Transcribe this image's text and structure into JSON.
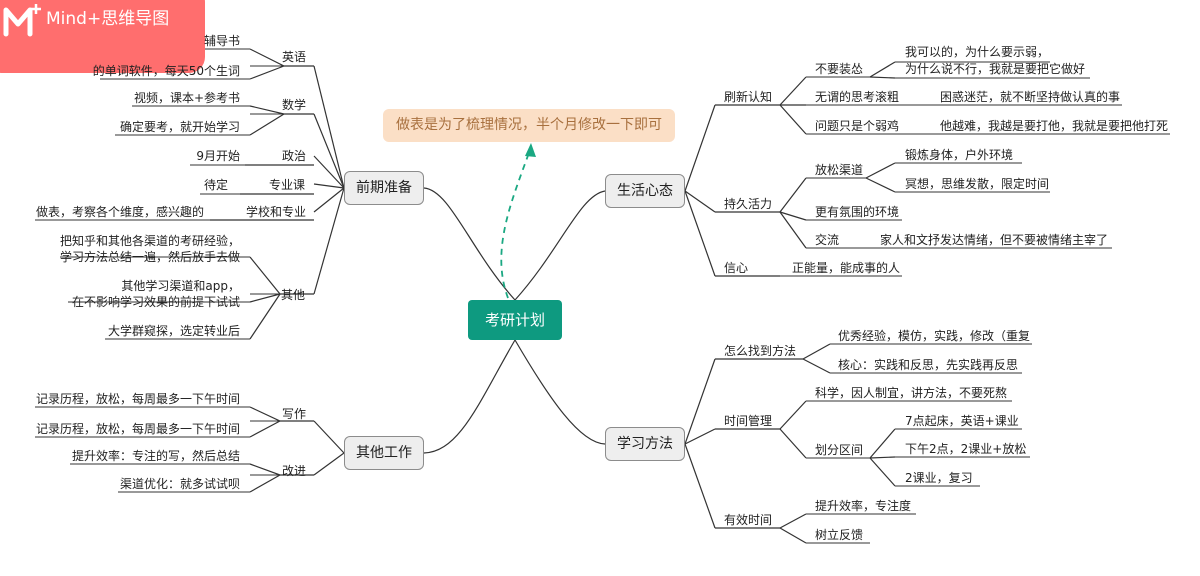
{
  "brand": {
    "name": "Mind+思维导图"
  },
  "root": {
    "label": "考研计划"
  },
  "note": {
    "text": "做表是为了梳理情况，半个月修改一下即可"
  },
  "colors": {
    "root": "#0e9a80",
    "note_bg": "#fbdfc6",
    "note_text": "#a8703e",
    "brand": "#ff6e6e",
    "line": "#333333",
    "dash": "#1aa882"
  },
  "branches": {
    "prep": {
      "label": "前期准备",
      "english": {
        "label": "英语",
        "t1": "辅导书",
        "t2": "的单词软件，每天50个生词"
      },
      "math": {
        "label": "数学",
        "t1": "视频，课本+参考书",
        "t2": "确定要考，就开始学习"
      },
      "politics": {
        "label": "政治",
        "t1": "9月开始"
      },
      "major": {
        "label": "专业课",
        "t1": "待定"
      },
      "school": {
        "label": "学校和专业",
        "t1": "做表，考察各个维度，感兴趣的"
      },
      "other": {
        "label": "其他",
        "t1a": "把知乎和其他各渠道的考研经验，",
        "t1b": "学习方法总结一遍，然后放手去做",
        "t2a": "其他学习渠道和app，",
        "t2b": "在不影响学习效果的前提下试试",
        "t3": "大学群窥探，选定转业后"
      }
    },
    "work": {
      "label": "其他工作",
      "writing": {
        "label": "写作",
        "t1": "记录历程，放松，每周最多一下午时间",
        "t2": "记录历程，放松，每周最多一下午时间"
      },
      "improve": {
        "label": "改进",
        "t1": "提升效率：专注的写，然后总结",
        "t2": "渠道优化：就多试试呗"
      }
    },
    "mind": {
      "label": "生活心态",
      "refresh": {
        "label": "刷新认知",
        "a": {
          "label": "不要装怂",
          "t1": "我可以的，为什么要示弱，",
          "t2": "为什么说不行，我就是要把它做好"
        },
        "b": {
          "label": "无谓的思考滚粗",
          "t1": "困惑迷茫，就不断坚持做认真的事"
        },
        "c": {
          "label": "问题只是个弱鸡",
          "t1": "他越难，我越是要打他，我就是要把他打死"
        }
      },
      "energy": {
        "label": "持久活力",
        "a": {
          "label": "放松渠道",
          "t1": "锻炼身体，户外环境",
          "t2": "冥想，思维发散，限定时间"
        },
        "b": {
          "label": "更有氛围的环境"
        },
        "c": {
          "label": "交流",
          "t1": "家人和文抒发达情绪，但不要被情绪主宰了"
        }
      },
      "faith": {
        "label": "信心",
        "t1": "正能量，能成事的人"
      }
    },
    "method": {
      "label": "学习方法",
      "find": {
        "label": "怎么找到方法",
        "t1": "优秀经验，模仿，实践，修改（重复",
        "t2": "核心：实践和反思，先实践再反思"
      },
      "time": {
        "label": "时间管理",
        "t1": "科学，因人制宜，讲方法，不要死熬",
        "zone": {
          "label": "划分区间",
          "t1": "7点起床，英语+课业",
          "t2": "下午2点，2课业+放松",
          "t3": "2课业，复习"
        }
      },
      "effective": {
        "label": "有效时间",
        "t1": "提升效率，专注度",
        "t2": "树立反馈"
      }
    }
  }
}
